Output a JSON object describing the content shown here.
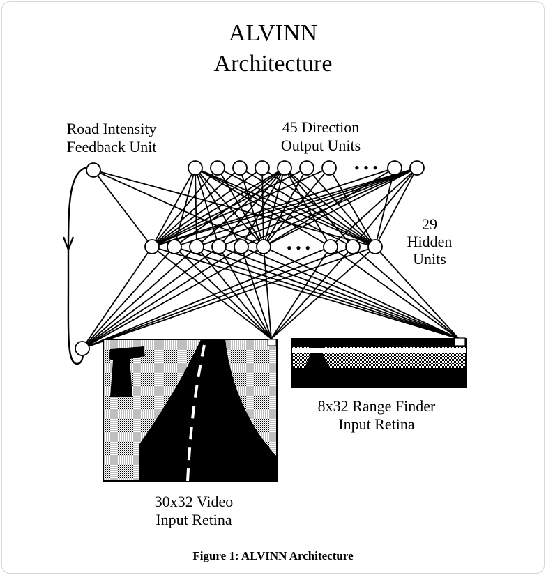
{
  "diagram": {
    "title_line1": "ALVINN",
    "title_line2": "Architecture",
    "feedback_label_line1": "Road Intensity",
    "feedback_label_line2": "Feedback Unit",
    "output_label_line1": "45 Direction",
    "output_label_line2": "Output Units",
    "hidden_label_line1": "29",
    "hidden_label_line2": "Hidden",
    "hidden_label_line3": "Units",
    "video_label_line1": "30x32 Video",
    "video_label_line2": "Input Retina",
    "range_label_line1": "8x32 Range Finder",
    "range_label_line2": "Input Retina",
    "ellipsis": "• • •",
    "caption": "Figure 1:  ALVINN Architecture"
  },
  "colors": {
    "ink": "#000000",
    "paper": "#ffffff",
    "road_gray": "#c8c8c8",
    "range_gray": "#bdbdbd"
  }
}
